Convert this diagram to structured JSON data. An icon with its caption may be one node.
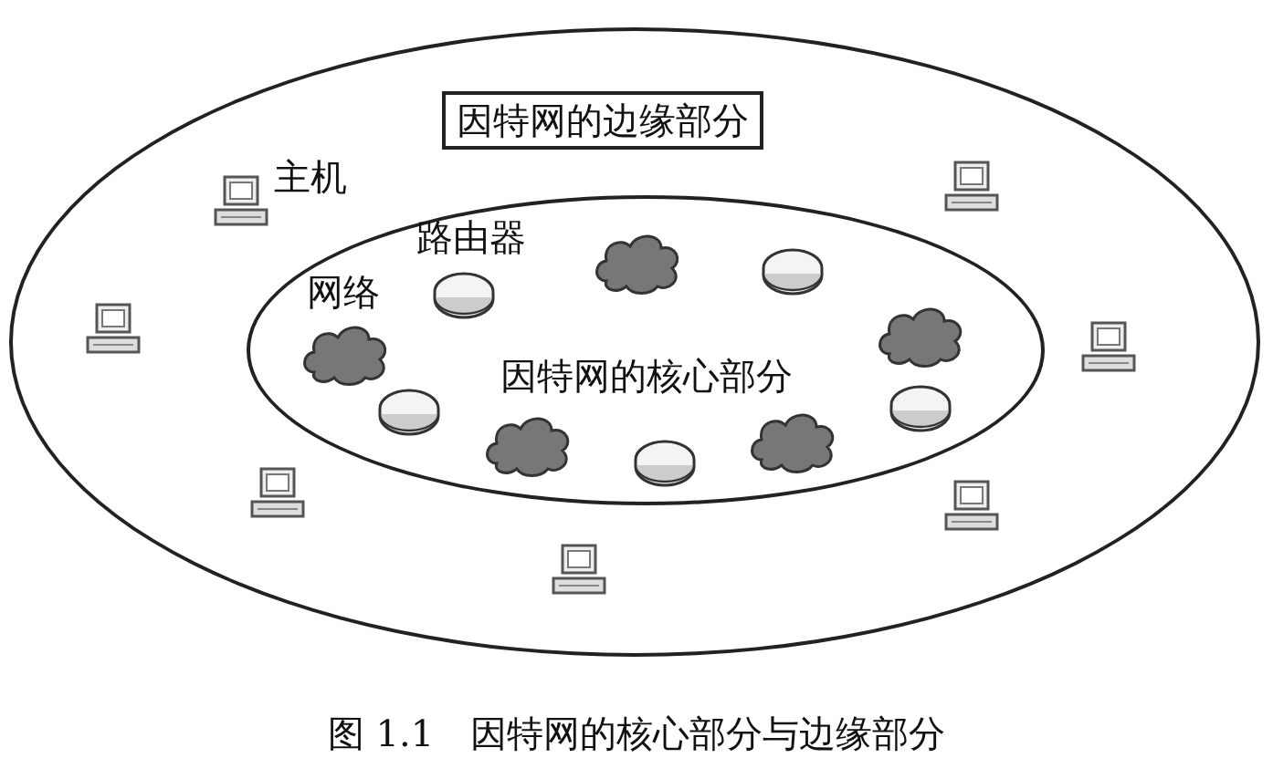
{
  "diagram": {
    "caption": "图 1.1　因特网的核心部分与边缘部分",
    "nodes": [
      {
        "text": [
          "因特网的边缘部分"
        ]
      },
      {
        "text": [
          "因特网的核心部分"
        ],
        "in": 0
      },
      {
        "text": [],
        "shape": "picture",
        "in": 0
      },
      {
        "text": [],
        "shape": "picture",
        "in": 0
      },
      {
        "text": [],
        "shape": "picture",
        "in": 0
      },
      {
        "text": [],
        "shape": "picture",
        "in": 0
      },
      {
        "text": [],
        "shape": "picture",
        "in": 0
      },
      {
        "text": [],
        "shape": "picture",
        "in": 0
      },
      {
        "text": [],
        "shape": "picture",
        "in": 0
      },
      {
        "text": [],
        "shape": "cloud",
        "in": 1
      },
      {
        "text": [],
        "shape": "cloud",
        "in": 1
      },
      {
        "text": [],
        "shape": "cloud",
        "in": 1
      },
      {
        "text": [],
        "shape": "cloud",
        "in": 1
      },
      {
        "text": [],
        "shape": "cloud",
        "in": 1
      },
      {
        "text": [],
        "shape": "cylinder",
        "in": 1
      },
      {
        "text": [],
        "shape": "cylinder",
        "in": 1
      },
      {
        "text": [],
        "shape": "cylinder",
        "in": 1
      },
      {
        "text": [],
        "shape": "cylinder",
        "in": 1
      },
      {
        "text": [],
        "shape": "cylinder",
        "in": 1
      }
    ],
    "labels": [
      "主机",
      "路由器",
      "网络"
    ]
  }
}
